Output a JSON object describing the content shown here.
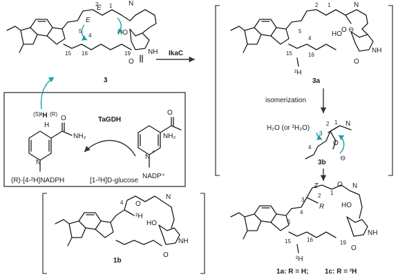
{
  "colors": {
    "red": "#e0342c",
    "blue": "#2f56c8",
    "teal": "#17a2a6",
    "ink": "#1b1b1b"
  },
  "compounds": {
    "c3": "3",
    "c3a": "3a",
    "c3b": "3b",
    "c1b": "1b",
    "c1a": "1a",
    "c1c": "1c"
  },
  "enzymes": {
    "ikac": "IkaC",
    "tagdh": "TaGDH"
  },
  "steps": {
    "isomerization": "isomerization"
  },
  "labels": {
    "E": "E",
    "Z": "Z",
    "H": "H",
    "H2": "²H",
    "H2bond": "²H",
    "HO": "HO",
    "NH": "NH",
    "N_H": "N",
    "O": "O",
    "Ominus": "O",
    "R": "R",
    "minus": "⊖",
    "plus": "+",
    "NH2": "NH₂",
    "N": "N",
    "S": "(S)",
    "Rlab": "(R)",
    "water": "H₂O (or ²H₂O)",
    "nadph": "(R)-[4-²H]NADPH",
    "glucose": "[1-²H]D-glucose",
    "nadp": "NADP⁺",
    "legend_left": "1a: R = H;",
    "legend_right": "1c: R = ²H"
  },
  "atom_numbers": [
    "1",
    "2",
    "3",
    "4",
    "5",
    "15",
    "16",
    "19"
  ]
}
